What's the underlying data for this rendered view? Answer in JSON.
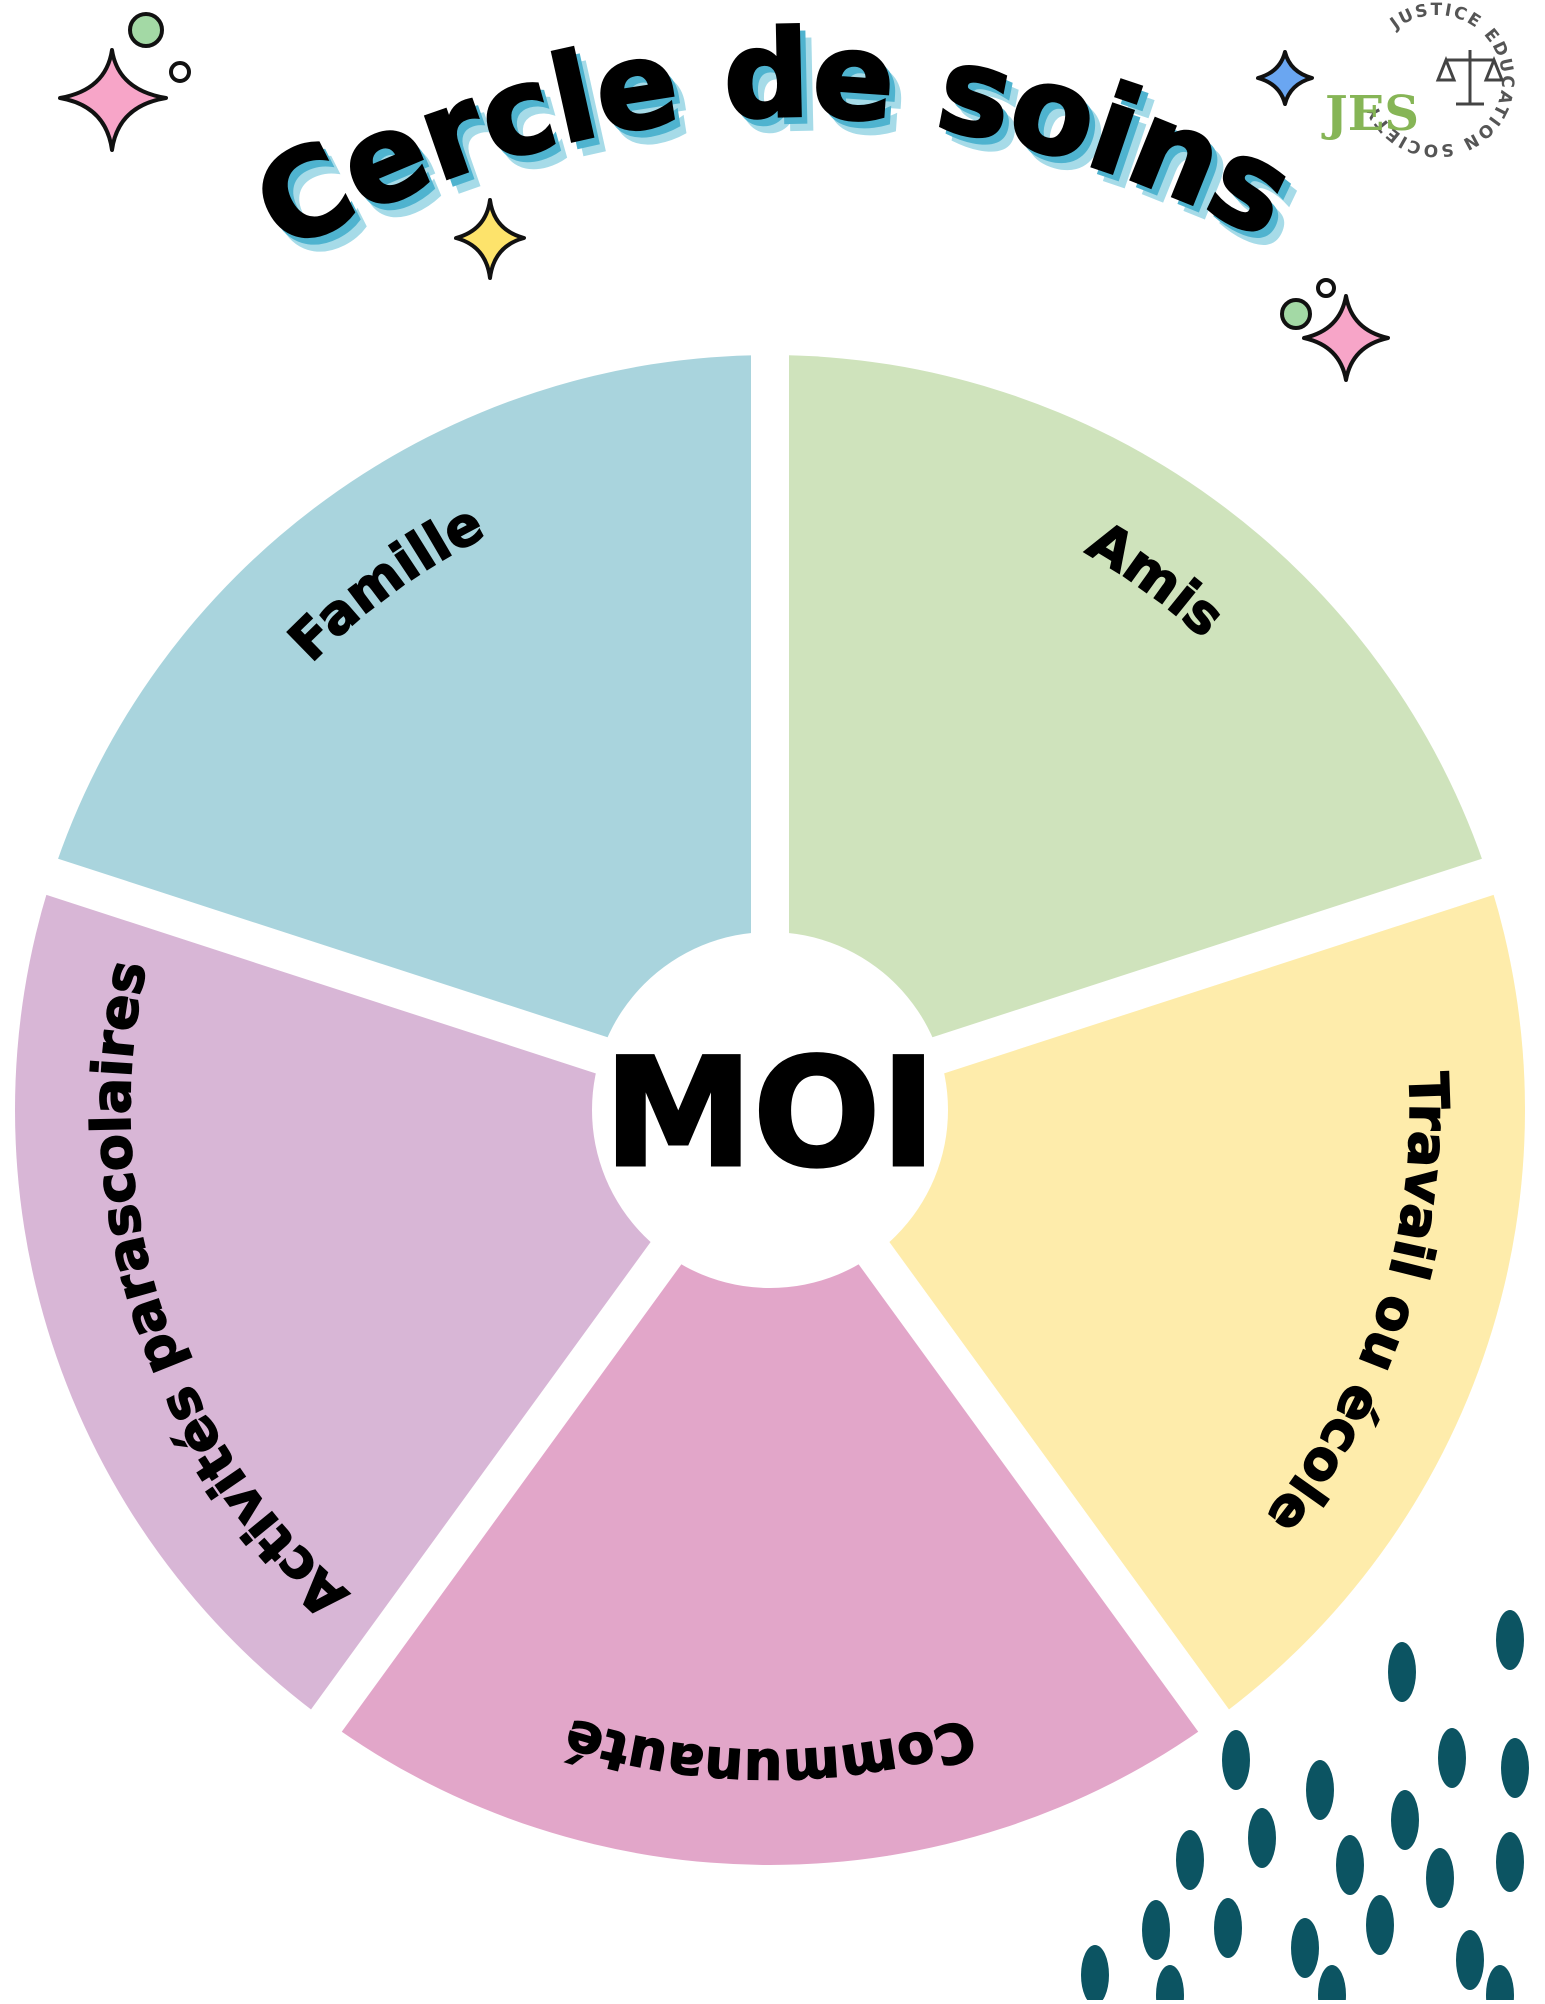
{
  "title": "Cercle de soins",
  "logo": {
    "letters": "JES",
    "ring_text": "JUSTICE EDUCATION SOCIETY",
    "icon": "scales-of-justice-icon"
  },
  "center": {
    "label": "MOI"
  },
  "segments": [
    {
      "label": "Amis",
      "color": "#cfe3bc"
    },
    {
      "label": "Travail ou école",
      "color": "#feecab"
    },
    {
      "label": "Communauté",
      "color": "#e2a6c9"
    },
    {
      "label": "Activités parascolaires",
      "color": "#d8b6d6"
    },
    {
      "label": "Famille",
      "color": "#a9d4dd"
    }
  ],
  "colors": {
    "title_text": "#000000",
    "title_shadow": "#4fb3cf",
    "title_shadow_light": "#a6dbe8",
    "sparkle_pink": "#f7a5c8",
    "sparkle_yellow": "#fde36b",
    "sparkle_blue": "#6aa6f1",
    "dot_green": "#a3d9a5",
    "raindrop": "#0c5462",
    "logo_green": "#86b556"
  }
}
